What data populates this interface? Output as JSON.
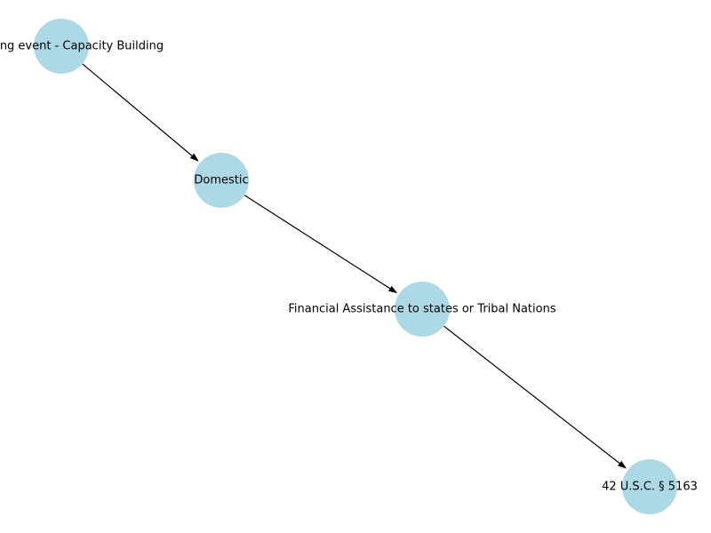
{
  "diagram": {
    "type": "directed-graph",
    "node_color": "#add8e6",
    "edge_color": "#000000",
    "nodes": [
      {
        "id": "n0",
        "label": "Recurring event - Capacity Building"
      },
      {
        "id": "n1",
        "label": "Domestic"
      },
      {
        "id": "n2",
        "label": "Financial Assistance to states or Tribal Nations"
      },
      {
        "id": "n3",
        "label": "42 U.S.C. §  5163"
      }
    ],
    "edges": [
      {
        "from": "n0",
        "to": "n1"
      },
      {
        "from": "n1",
        "to": "n2"
      },
      {
        "from": "n2",
        "to": "n3"
      }
    ]
  }
}
